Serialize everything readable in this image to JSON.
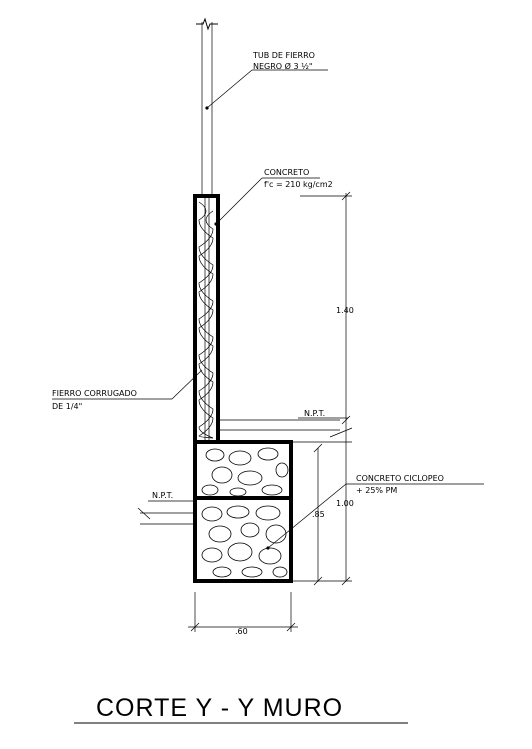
{
  "labels": {
    "pipe_line1": "TUB DE FIERRO",
    "pipe_line2": "NEGRO Ø 3 ½\"",
    "concrete_line1": "CONCRETO",
    "concrete_line2": "f'c = 210 kg/cm2",
    "rebar_line1": "FIERRO CORRUGADO",
    "rebar_line2": "DE 1/4\"",
    "npt_right": "N.P.T.",
    "npt_left": "N.P.T.",
    "cyclopean_line1": "CONCRETO CICLOPEO",
    "cyclopean_line2": "+ 25% PM"
  },
  "dimensions": {
    "wall_height": "1.40",
    "foundation_height": "1.00",
    "embed_depth": ".85",
    "footing_width": ".60"
  },
  "title": "CORTE Y - Y MURO"
}
